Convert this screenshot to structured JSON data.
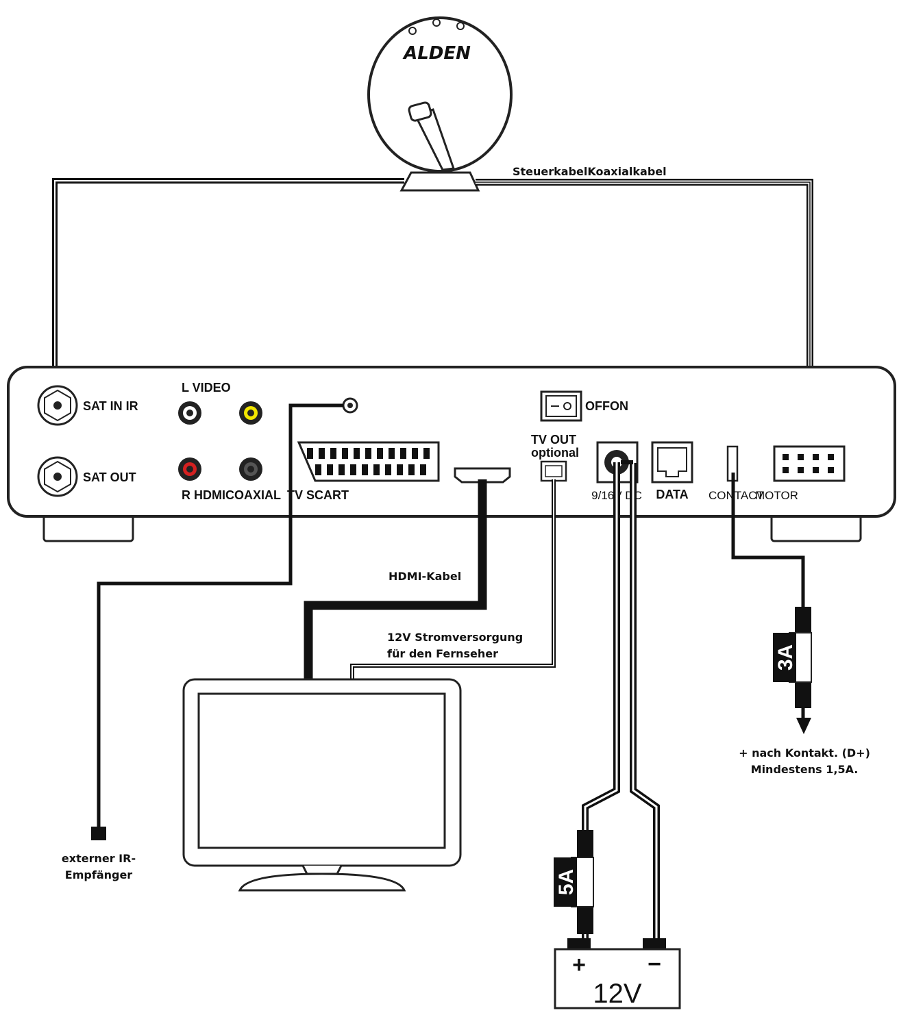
{
  "dish": {
    "brand": "ALDEN",
    "cable_label": "SteuerkabelKoaxialkabel"
  },
  "receiver": {
    "sat_in_label": "SAT IN IR",
    "sat_out_label": "SAT OUT",
    "top_audio_label": "L VIDEO",
    "bottom_audio_label": "R HDMI",
    "coaxial_label": "COAXIAL",
    "tv_scart_label": "TV SCART",
    "switch_label": "OFFON",
    "tv_out_label": "TV OUT",
    "tv_out_sub": "optional",
    "dc_label": "9/16V DC",
    "data_label": "DATA",
    "contact_label": "CONTACT",
    "motor_label": "MOTOR"
  },
  "cables": {
    "hdmi_label": "HDMI-Kabel",
    "tv_power_line1": "12V Stromversorgung",
    "tv_power_line2": "für den Fernseher"
  },
  "ir_receiver": {
    "line1": "externer IR-",
    "line2": "Empfänger"
  },
  "contact_fuse": {
    "rating": "3A",
    "note_line1": "+ nach Kontakt. (D+)",
    "note_line2": "Mindestens 1,5A."
  },
  "battery": {
    "fuse_rating": "5A",
    "plus": "+",
    "minus": "−",
    "voltage": "12V"
  }
}
